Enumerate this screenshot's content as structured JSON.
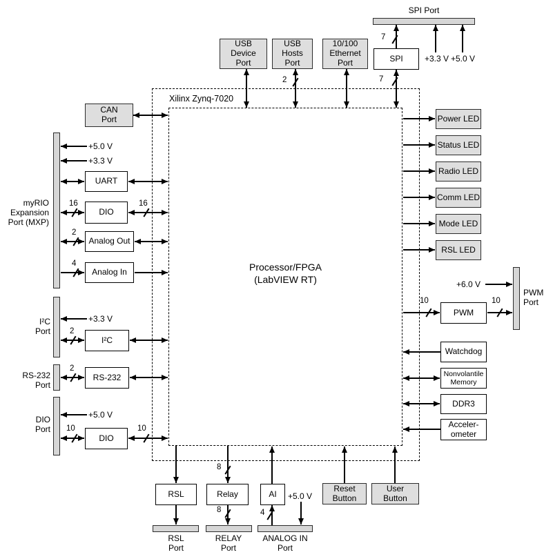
{
  "colors": {
    "box_gray": "#dedede",
    "bar_gray": "#d6d6d6",
    "line": "#000000",
    "background": "#ffffff"
  },
  "chip": {
    "label": "Xilinx Zynq-7020",
    "processor": "Processor/FPGA\n(LabVIEW RT)"
  },
  "top": {
    "spi_port_label": "SPI Port",
    "usb_device_port": "USB\nDevice\nPort",
    "usb_hosts_port": "USB\nHosts\nPort",
    "ethernet_port": "10/100\nEthernet\nPort",
    "spi_box": "SPI",
    "v33": "+3.3 V",
    "v50": "+5.0 V",
    "bus_spi_top": "7",
    "bus_spi_bottom": "7",
    "bus_usb_hosts": "2"
  },
  "left": {
    "can_port": "CAN\nPort",
    "mxp": {
      "label": "myRIO\nExpansion\nPort (MXP)",
      "v50": "+5.0 V",
      "v33": "+3.3 V",
      "uart": "UART",
      "dio": "DIO",
      "analog_out": "Analog Out",
      "analog_in": "Analog In",
      "bus_dio_left": "16",
      "bus_dio_right": "16",
      "bus_analog_out": "2",
      "bus_analog_in": "4"
    },
    "i2c": {
      "label": "I²C\nPort",
      "v33": "+3.3 V",
      "box": "I²C",
      "bus": "2"
    },
    "rs232": {
      "label": "RS-232\nPort",
      "box": "RS-232",
      "bus": "2"
    },
    "dio": {
      "label": "DIO\nPort",
      "v50": "+5.0 V",
      "box": "DIO",
      "bus_left": "10",
      "bus_right": "10"
    }
  },
  "right": {
    "leds": [
      "Power LED",
      "Status LED",
      "Radio LED",
      "Comm LED",
      "Mode LED",
      "RSL LED"
    ],
    "pwm": {
      "v60": "+6.0 V",
      "box": "PWM",
      "bus_left": "10",
      "bus_right": "10",
      "port_label": "PWM\nPort"
    },
    "watchdog": "Watchdog",
    "nv_memory": "Nonvolantile\nMemory",
    "ddr3": "DDR3",
    "accelerometer": "Acceler-\nometer"
  },
  "bottom": {
    "rsl_box": "RSL",
    "relay_box": "Relay",
    "ai_box": "AI",
    "v50": "+5.0 V",
    "reset_button": "Reset\nButton",
    "user_button": "User\nButton",
    "bus_relay_top": "8",
    "bus_relay_bottom": "8",
    "bus_ai": "4",
    "rsl_port_label": "RSL\nPort",
    "relay_port_label": "RELAY\nPort",
    "analog_in_port_label": "ANALOG IN\nPort"
  }
}
